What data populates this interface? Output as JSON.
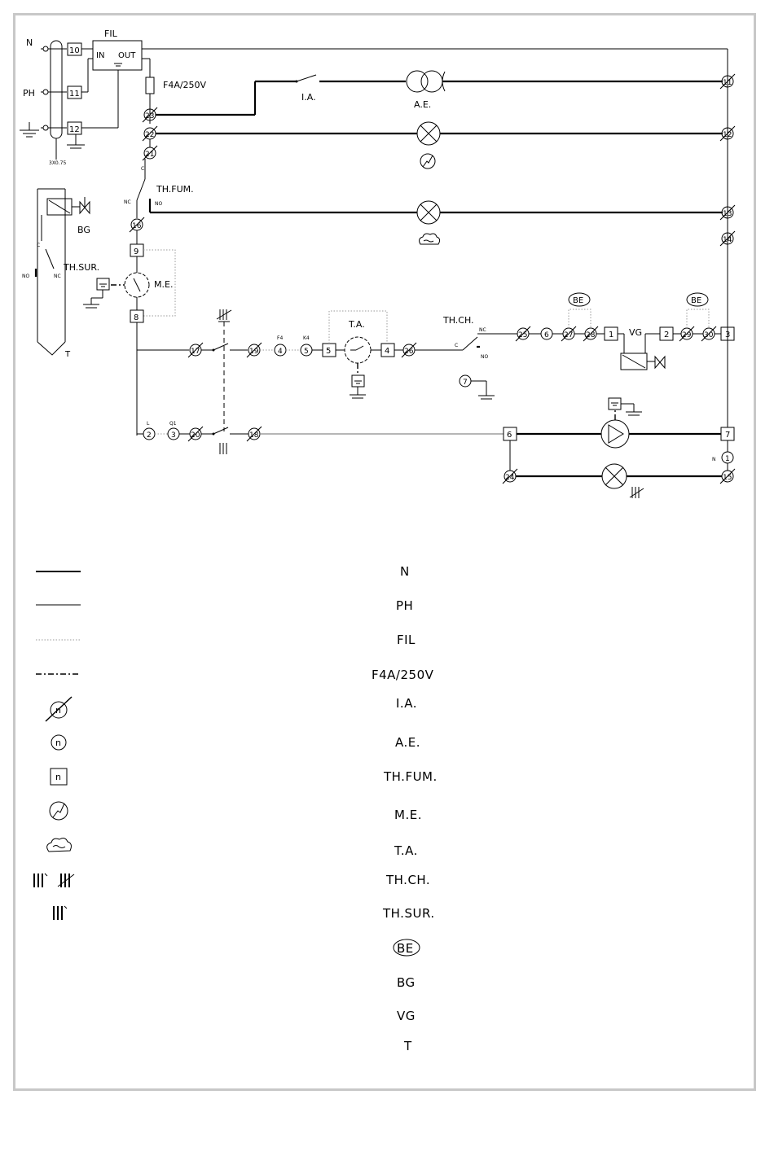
{
  "diagram": {
    "labels": {
      "n": "N",
      "ph": "PH",
      "fil": "FIL",
      "in": "IN",
      "out": "OUT",
      "fuse": "F4A/250V",
      "ia": "I.A.",
      "ae": "A.E.",
      "cable": "3X0.75",
      "bg": "BG",
      "thfum": "TH.FUM.",
      "thsur": "TH.SUR.",
      "me": "M.E.",
      "ta": "T.A.",
      "thch": "TH.CH.",
      "vg": "VG",
      "be": "BE",
      "t": "T",
      "c": "C",
      "nc": "NC",
      "no": "NO",
      "l": "L",
      "q1": "Q1",
      "f4": "F4",
      "k4": "K4"
    },
    "terminals": {
      "t10": "10",
      "t11": "11",
      "t12": "12",
      "c23": "23",
      "c22": "22",
      "c21": "21",
      "c16": "16",
      "s9": "9",
      "s8": "8",
      "c17": "17",
      "c19": "19",
      "c4": "4",
      "c5": "5",
      "s5": "5",
      "s4": "4",
      "c26": "26",
      "c25": "25",
      "c6": "6",
      "c27": "27",
      "c28": "28",
      "s1": "1",
      "s2": "2",
      "c29": "29",
      "c30": "30",
      "s3": "3",
      "c7": "7",
      "c2": "2",
      "c3": "3",
      "c20": "20",
      "c18": "18",
      "s6": "6",
      "s7": "7",
      "c24": "24",
      "c1": "1",
      "c15": "15",
      "r11": "11",
      "r12": "12",
      "r13": "13",
      "r14": "14"
    }
  },
  "legend": {
    "items": [
      {
        "symbol": "thick-line",
        "label": "N"
      },
      {
        "symbol": "thin-line",
        "label": "PH"
      },
      {
        "symbol": "dotted-line",
        "label": "FIL"
      },
      {
        "symbol": "dash-dot-line",
        "label": "F4A/250V"
      },
      {
        "symbol": "circle-terminal-slashed",
        "label": "I.A.",
        "glyph": "n"
      },
      {
        "symbol": "circle-terminal",
        "label": "A.E.",
        "glyph": "n"
      },
      {
        "symbol": "square-terminal",
        "label": "TH.FUM.",
        "glyph": "n"
      },
      {
        "symbol": "spark-icon",
        "label": "M.E."
      },
      {
        "symbol": "cloud-icon",
        "label": "T.A."
      },
      {
        "symbol": "wire-count-icon",
        "label": "TH.CH."
      },
      {
        "symbol": "wire-count-single-icon",
        "label": "TH.SUR."
      },
      {
        "symbol": "none",
        "label": "BE",
        "badge": true
      },
      {
        "symbol": "none",
        "label": "BG"
      },
      {
        "symbol": "none",
        "label": "VG"
      },
      {
        "symbol": "none",
        "label": "T"
      }
    ]
  }
}
